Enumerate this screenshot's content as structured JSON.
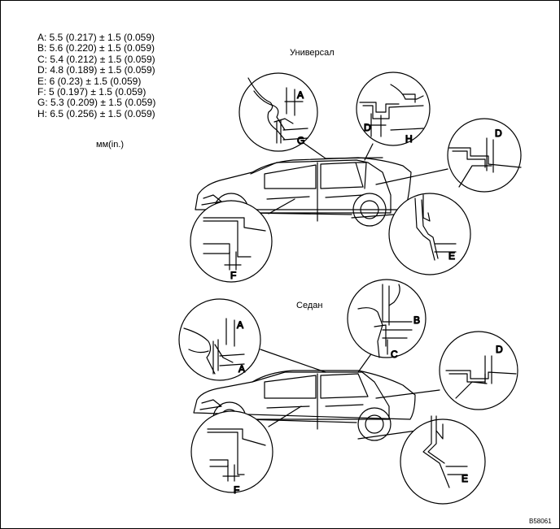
{
  "specs": [
    "A: 5.5 (0.217) ± 1.5 (0.059)",
    "B: 5.6 (0.220) ± 1.5 (0.059)",
    "C: 5.4 (0.212) ± 1.5 (0.059)",
    "D: 4.8 (0.189) ± 1.5 (0.059)",
    "E: 6 (0.23) ± 1.5 (0.059)",
    "F: 5 (0.197) ± 1.5 (0.059)",
    "G: 5.3 (0.209) ± 1.5 (0.059)",
    "H: 6.5 (0.256) ± 1.5 (0.059)"
  ],
  "unit": "мм(in.)",
  "wagon_label": "Универсал",
  "sedan_label": "Седан",
  "figure_ref": "B58061",
  "callouts": {
    "wagon_a": "A",
    "wagon_g": "G",
    "wagon_d1": "D",
    "wagon_h": "H",
    "wagon_d2": "D",
    "wagon_f": "F",
    "wagon_e": "E",
    "sedan_a1": "A",
    "sedan_a2": "A",
    "sedan_b": "B",
    "sedan_c": "C",
    "sedan_d": "D",
    "sedan_f": "F",
    "sedan_e": "E"
  }
}
